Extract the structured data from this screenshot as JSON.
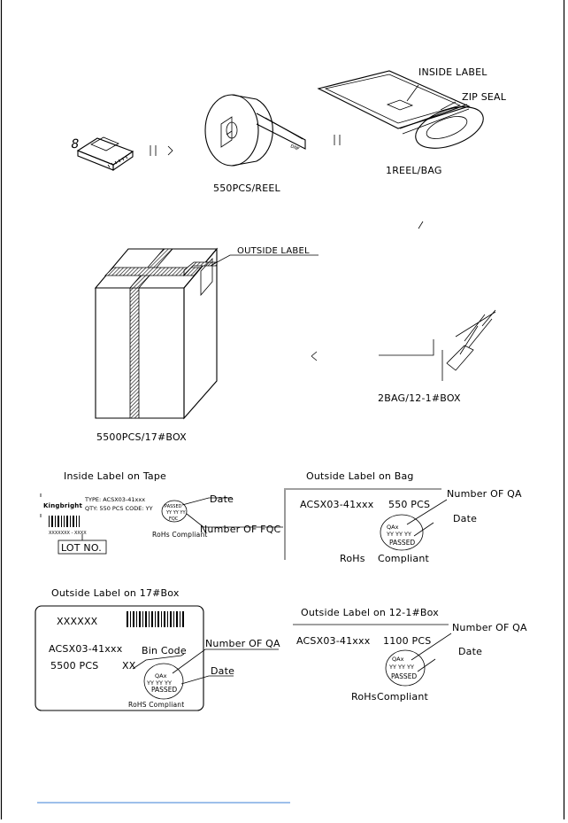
{
  "packaging": {
    "reel_qty": "550PCS/REEL",
    "bag_qty": "1REEL/BAG",
    "inside_label": "INSIDE LABEL",
    "zip_seal": "ZIP SEAL",
    "outside_label": "OUTSIDE LABEL",
    "box17_qty": "5500PCS/17#BOX",
    "box12_qty": "2BAG/12-1#BOX"
  },
  "tape_label": {
    "title": "Inside Label on Tape",
    "brand": "Kingbright",
    "type_line": "TYPE: ACSX03-41xxx",
    "qty_line": "QTY: 550 PCS   CODE: YY",
    "stamp_line1": "PASSED",
    "stamp_line2": "YY YY YY",
    "stamp_line3": "FQC",
    "barcode_text": "XXXXXXX - XXXX",
    "rohs": "RoHs Compliant",
    "lot_no": "LOT NO.",
    "callout_date": "Date",
    "callout_fqc": "Number OF FQC"
  },
  "bag_label": {
    "title": "Outside Label on Bag",
    "part": "ACSX03-41xxx",
    "qty": "550 PCS",
    "stamp_line1": "QAx",
    "stamp_line2": "YY YY YY",
    "stamp_line3": "PASSED",
    "rohs": "RoHs",
    "compliant": "Compliant",
    "callout_qa": "Number OF QA",
    "callout_date": "Date"
  },
  "box17_label": {
    "title": "Outside Label on 17#Box",
    "code": "XXXXXX",
    "part": "ACSX03-41xxx",
    "bin_code": "Bin Code",
    "qty": "5500 PCS",
    "bin_value": "XX",
    "stamp_line1": "QAx",
    "stamp_line2": "YY YY YY",
    "stamp_line3": "PASSED",
    "rohs": "RoHS Compliant",
    "callout_qa": "Number OF QA",
    "callout_date": "Date"
  },
  "box12_label": {
    "title": "Outside Label on 12-1#Box",
    "part": "ACSX03-41xxx",
    "qty": "1100 PCS",
    "stamp_line1": "QAx",
    "stamp_line2": "YY YY YY",
    "stamp_line3": "PASSED",
    "rohs": "RoHs",
    "compliant": "Compliant",
    "callout_qa": "Number OF QA",
    "callout_date": "Date"
  },
  "colors": {
    "ink": "#000000",
    "footer_rule": "#3b7fd4"
  }
}
